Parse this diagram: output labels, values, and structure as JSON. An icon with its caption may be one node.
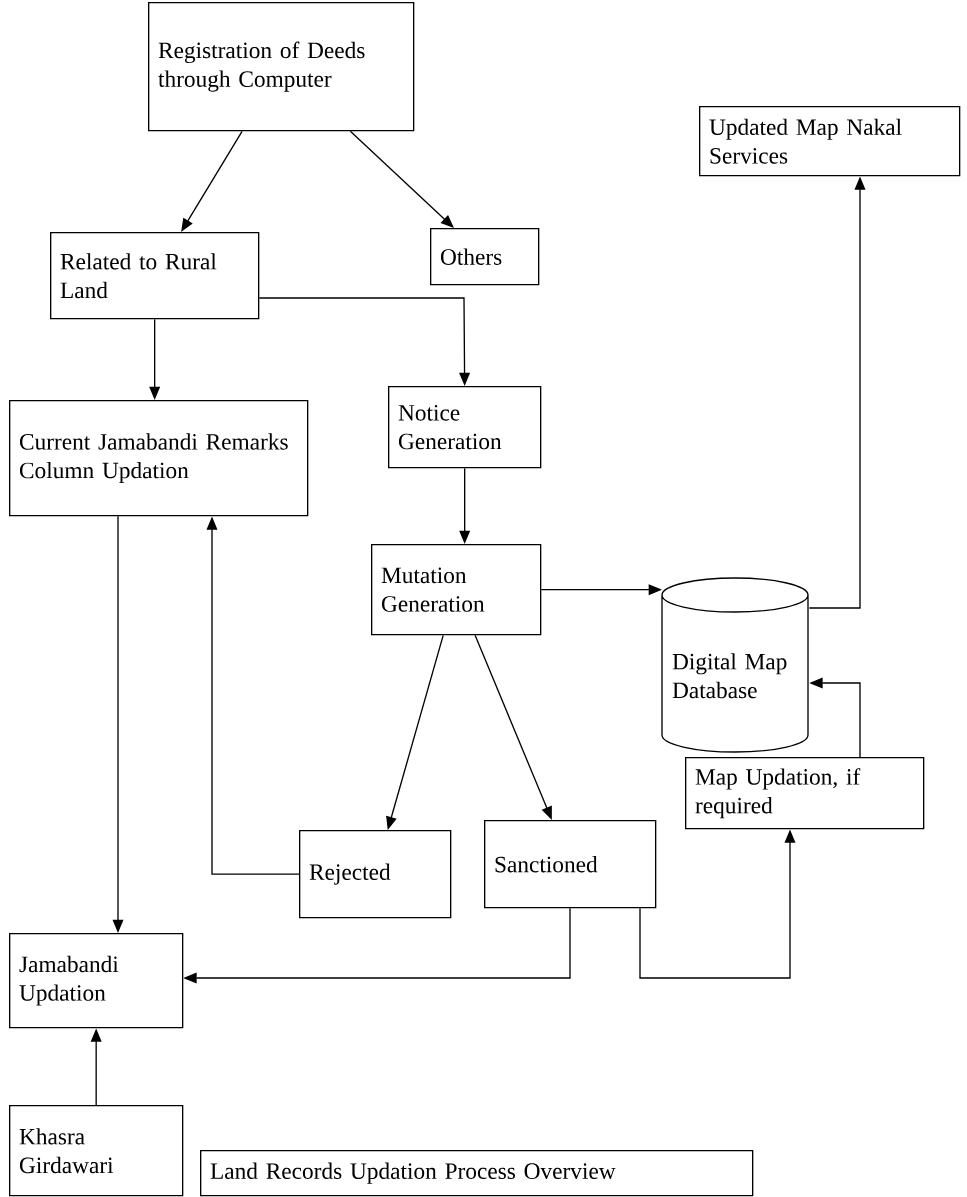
{
  "diagram": {
    "nodes": [
      {
        "text": [
          "Registration of Deeds through Computer"
        ]
      },
      {
        "text": [
          "Related to Rural Land"
        ]
      },
      {
        "text": [
          "Others"
        ]
      },
      {
        "text": [
          "Notice Generation"
        ]
      },
      {
        "text": [
          "Current Jamabandi Remarks Column Updation"
        ]
      },
      {
        "text": [
          "Updated Map Nakal Services"
        ]
      },
      {
        "text": [
          "Mutation Generation"
        ]
      },
      {
        "text": [
          "Digital Map Database"
        ]
      },
      {
        "text": [
          "Map Updation, if required"
        ]
      },
      {
        "text": [
          "Rejected"
        ]
      },
      {
        "text": [
          "Sanctioned"
        ]
      },
      {
        "text": [
          "Jamabandi Updation"
        ]
      },
      {
        "text": [
          "Khasra Girdawari"
        ]
      },
      {
        "text": [
          "Land Records Updation Process Overview"
        ]
      }
    ],
    "edges": [
      {
        "from": 0,
        "to": 1,
        "arrow": "to"
      },
      {
        "from": 0,
        "to": 2,
        "arrow": "to"
      },
      {
        "from": 1,
        "to": 3,
        "arrow": "to"
      },
      {
        "from": 1,
        "to": 4,
        "arrow": "to"
      },
      {
        "from": 3,
        "to": 6,
        "arrow": "to"
      },
      {
        "from": 4,
        "to": 11,
        "arrow": "to"
      },
      {
        "from": 6,
        "to": 7,
        "arrow": "to"
      },
      {
        "from": 7,
        "to": 5,
        "arrow": "to"
      },
      {
        "from": 8,
        "to": 7,
        "arrow": "to"
      },
      {
        "from": 6,
        "to": 9,
        "arrow": "to"
      },
      {
        "from": 6,
        "to": 10,
        "arrow": "to"
      },
      {
        "from": 9,
        "to": 4,
        "arrow": "to"
      },
      {
        "from": 10,
        "to": 11,
        "arrow": "to"
      },
      {
        "from": 10,
        "to": 8,
        "arrow": "to"
      },
      {
        "from": 12,
        "to": 11,
        "arrow": "to"
      }
    ]
  }
}
